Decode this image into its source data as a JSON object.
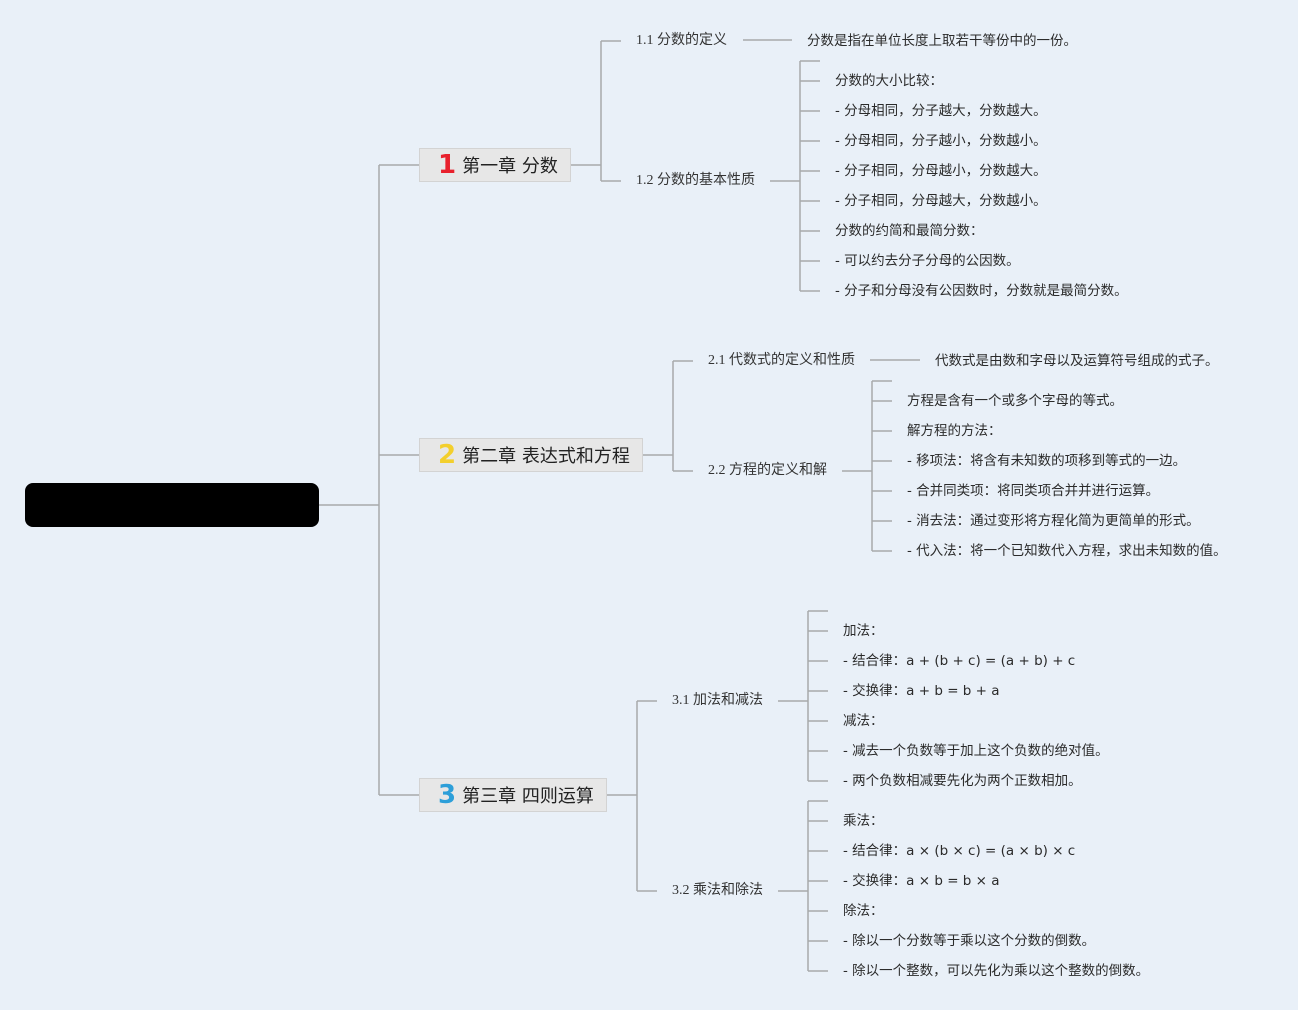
{
  "root": {
    "label": ""
  },
  "chapters": [
    {
      "num": "1",
      "color": "#e8202c",
      "title": "第一章 分数"
    },
    {
      "num": "2",
      "color": "#f3cf2c",
      "title": "第二章 表达式和方程"
    },
    {
      "num": "3",
      "color": "#2d9fd9",
      "title": "第三章 四则运算"
    }
  ],
  "sections": {
    "s11": "1.1 分数的定义",
    "s12": "1.2 分数的基本性质",
    "s21": "2.1 代数式的定义和性质",
    "s22": "2.2 方程的定义和解",
    "s31": "3.1 加法和减法",
    "s32": "3.2 乘法和除法"
  },
  "leaves": {
    "s11": [
      "分数是指在单位长度上取若干等份中的一份。"
    ],
    "s12": [
      "分数的大小比较：",
      "- 分母相同，分子越大，分数越大。",
      "- 分母相同，分子越小，分数越小。",
      "- 分子相同，分母越小，分数越大。",
      "- 分子相同，分母越大，分数越小。",
      "分数的约简和最简分数：",
      "- 可以约去分子分母的公因数。",
      "- 分子和分母没有公因数时，分数就是最简分数。"
    ],
    "s21": [
      "代数式是由数和字母以及运算符号组成的式子。"
    ],
    "s22": [
      "方程是含有一个或多个字母的等式。",
      "解方程的方法：",
      "- 移项法：将含有未知数的项移到等式的一边。",
      "- 合并同类项：将同类项合并并进行运算。",
      "- 消去法：通过变形将方程化简为更简单的形式。",
      "- 代入法：将一个已知数代入方程，求出未知数的值。"
    ],
    "s31": [
      "加法：",
      "- 结合律：a + (b + c) = (a + b) + c",
      "- 交换律：a + b = b + a",
      "减法：",
      "- 减去一个负数等于加上这个负数的绝对值。",
      "- 两个负数相减要先化为两个正数相加。"
    ],
    "s32": [
      "乘法：",
      "- 结合律：a × (b × c) = (a × b) × c",
      "- 交换律：a × b = b × a",
      "除法：",
      "- 除以一个分数等于乘以这个分数的倒数。",
      "- 除以一个整数，可以先化为乘以这个整数的倒数。"
    ]
  }
}
